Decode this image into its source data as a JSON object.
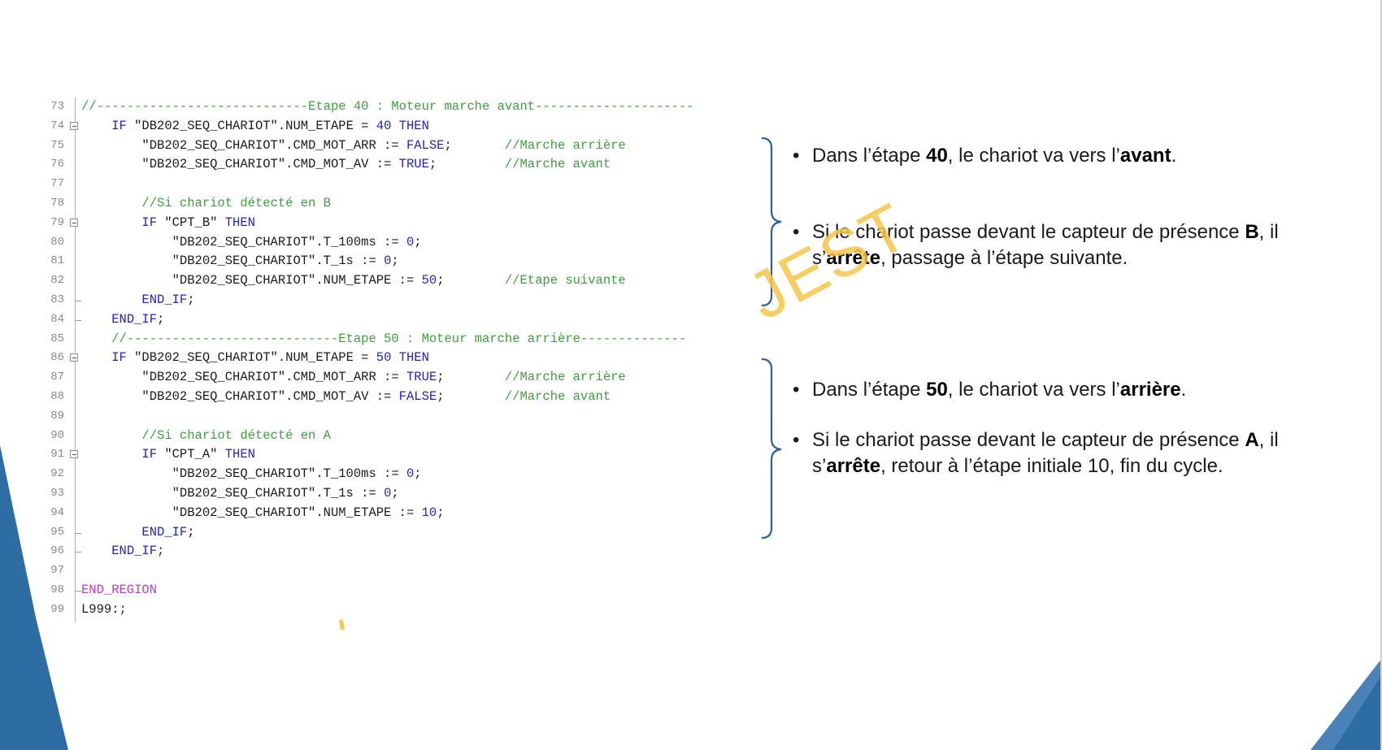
{
  "code": {
    "lines": [
      {
        "n": "73",
        "parts": [
          {
            "c": "cm",
            "t": "//----------------------------Etape 40 : Moteur marche avant---------------------"
          }
        ]
      },
      {
        "n": "74",
        "fold": true,
        "parts": [
          {
            "c": "pl",
            "t": "    "
          },
          {
            "c": "kw",
            "t": "IF"
          },
          {
            "c": "st",
            "t": " \"DB202_SEQ_CHARIOT\".NUM_ETAPE = "
          },
          {
            "c": "kw",
            "t": "40"
          },
          {
            "c": "kw",
            "t": " THEN"
          }
        ]
      },
      {
        "n": "75",
        "parts": [
          {
            "c": "st",
            "t": "        \"DB202_SEQ_CHARIOT\".CMD_MOT_ARR := "
          },
          {
            "c": "kw",
            "t": "FALSE"
          },
          {
            "c": "pl",
            "t": ";       "
          },
          {
            "c": "cm",
            "t": "//Marche arrière"
          }
        ]
      },
      {
        "n": "76",
        "parts": [
          {
            "c": "st",
            "t": "        \"DB202_SEQ_CHARIOT\".CMD_MOT_AV := "
          },
          {
            "c": "kw",
            "t": "TRUE"
          },
          {
            "c": "pl",
            "t": ";         "
          },
          {
            "c": "cm",
            "t": "//Marche avant"
          }
        ]
      },
      {
        "n": "77",
        "parts": []
      },
      {
        "n": "78",
        "parts": [
          {
            "c": "pl",
            "t": "        "
          },
          {
            "c": "cm",
            "t": "//Si chariot détecté en B"
          }
        ]
      },
      {
        "n": "79",
        "fold": true,
        "parts": [
          {
            "c": "pl",
            "t": "        "
          },
          {
            "c": "kw",
            "t": "IF"
          },
          {
            "c": "st",
            "t": " \"CPT_B\" "
          },
          {
            "c": "kw",
            "t": "THEN"
          }
        ]
      },
      {
        "n": "80",
        "parts": [
          {
            "c": "st",
            "t": "            \"DB202_SEQ_CHARIOT\".T_100ms := "
          },
          {
            "c": "kw",
            "t": "0"
          },
          {
            "c": "pl",
            "t": ";"
          }
        ]
      },
      {
        "n": "81",
        "parts": [
          {
            "c": "st",
            "t": "            \"DB202_SEQ_CHARIOT\".T_1s := "
          },
          {
            "c": "kw",
            "t": "0"
          },
          {
            "c": "pl",
            "t": ";"
          }
        ]
      },
      {
        "n": "82",
        "parts": [
          {
            "c": "st",
            "t": "            \"DB202_SEQ_CHARIOT\".NUM_ETAPE := "
          },
          {
            "c": "kw",
            "t": "50"
          },
          {
            "c": "pl",
            "t": ";        "
          },
          {
            "c": "cm",
            "t": "//Etape suivante"
          }
        ]
      },
      {
        "n": "83",
        "foldend": true,
        "parts": [
          {
            "c": "pl",
            "t": "        "
          },
          {
            "c": "kw",
            "t": "END_IF"
          },
          {
            "c": "pl",
            "t": ";"
          }
        ]
      },
      {
        "n": "84",
        "foldend": true,
        "parts": [
          {
            "c": "pl",
            "t": "    "
          },
          {
            "c": "kw",
            "t": "END_IF"
          },
          {
            "c": "pl",
            "t": ";"
          }
        ]
      },
      {
        "n": "85",
        "parts": [
          {
            "c": "pl",
            "t": "    "
          },
          {
            "c": "cm",
            "t": "//----------------------------Etape 50 : Moteur marche arrière--------------"
          }
        ]
      },
      {
        "n": "86",
        "fold": true,
        "parts": [
          {
            "c": "pl",
            "t": "    "
          },
          {
            "c": "kw",
            "t": "IF"
          },
          {
            "c": "st",
            "t": " \"DB202_SEQ_CHARIOT\".NUM_ETAPE = "
          },
          {
            "c": "kw",
            "t": "50"
          },
          {
            "c": "kw",
            "t": " THEN"
          }
        ]
      },
      {
        "n": "87",
        "parts": [
          {
            "c": "st",
            "t": "        \"DB202_SEQ_CHARIOT\".CMD_MOT_ARR := "
          },
          {
            "c": "kw",
            "t": "TRUE"
          },
          {
            "c": "pl",
            "t": ";        "
          },
          {
            "c": "cm",
            "t": "//Marche arrière"
          }
        ]
      },
      {
        "n": "88",
        "parts": [
          {
            "c": "st",
            "t": "        \"DB202_SEQ_CHARIOT\".CMD_MOT_AV := "
          },
          {
            "c": "kw",
            "t": "FALSE"
          },
          {
            "c": "pl",
            "t": ";        "
          },
          {
            "c": "cm",
            "t": "//Marche avant"
          }
        ]
      },
      {
        "n": "89",
        "parts": []
      },
      {
        "n": "90",
        "parts": [
          {
            "c": "pl",
            "t": "        "
          },
          {
            "c": "cm",
            "t": "//Si chariot détecté en A"
          }
        ]
      },
      {
        "n": "91",
        "fold": true,
        "parts": [
          {
            "c": "pl",
            "t": "        "
          },
          {
            "c": "kw",
            "t": "IF"
          },
          {
            "c": "st",
            "t": " \"CPT_A\" "
          },
          {
            "c": "kw",
            "t": "THEN"
          }
        ]
      },
      {
        "n": "92",
        "parts": [
          {
            "c": "st",
            "t": "            \"DB202_SEQ_CHARIOT\".T_100ms := "
          },
          {
            "c": "kw",
            "t": "0"
          },
          {
            "c": "pl",
            "t": ";"
          }
        ]
      },
      {
        "n": "93",
        "parts": [
          {
            "c": "st",
            "t": "            \"DB202_SEQ_CHARIOT\".T_1s := "
          },
          {
            "c": "kw",
            "t": "0"
          },
          {
            "c": "pl",
            "t": ";"
          }
        ]
      },
      {
        "n": "94",
        "parts": [
          {
            "c": "st",
            "t": "            \"DB202_SEQ_CHARIOT\".NUM_ETAPE := "
          },
          {
            "c": "kw",
            "t": "10"
          },
          {
            "c": "pl",
            "t": ";"
          }
        ]
      },
      {
        "n": "95",
        "foldend": true,
        "parts": [
          {
            "c": "pl",
            "t": "        "
          },
          {
            "c": "kw",
            "t": "END_IF"
          },
          {
            "c": "pl",
            "t": ";"
          }
        ]
      },
      {
        "n": "96",
        "foldend": true,
        "parts": [
          {
            "c": "pl",
            "t": "    "
          },
          {
            "c": "kw",
            "t": "END_IF"
          },
          {
            "c": "pl",
            "t": ";"
          }
        ]
      },
      {
        "n": "97",
        "parts": []
      },
      {
        "n": "98",
        "foldend": true,
        "parts": [
          {
            "c": "rg",
            "t": "END_REGION"
          }
        ]
      },
      {
        "n": "99",
        "parts": [
          {
            "c": "pl",
            "t": "L999:;"
          }
        ]
      }
    ]
  },
  "bullets": [
    {
      "id": "etape40-avant",
      "parts": [
        {
          "b": false,
          "t": "Dans l’étape "
        },
        {
          "b": true,
          "t": "40"
        },
        {
          "b": false,
          "t": ", le chariot va vers l’"
        },
        {
          "b": true,
          "t": "avant"
        },
        {
          "b": false,
          "t": "."
        }
      ]
    },
    {
      "id": "capteur-b",
      "parts": [
        {
          "b": false,
          "t": "Si le chariot passe devant le capteur de présence "
        },
        {
          "b": true,
          "t": "B"
        },
        {
          "b": false,
          "t": ", il s’"
        },
        {
          "b": true,
          "t": "arrête"
        },
        {
          "b": false,
          "t": ", passage à l’étape suivante."
        }
      ]
    },
    {
      "id": "etape50-arriere",
      "parts": [
        {
          "b": false,
          "t": "Dans l’étape "
        },
        {
          "b": true,
          "t": "50"
        },
        {
          "b": false,
          "t": ", le chariot va vers l’"
        },
        {
          "b": true,
          "t": "arrière"
        },
        {
          "b": false,
          "t": "."
        }
      ]
    },
    {
      "id": "capteur-a",
      "parts": [
        {
          "b": false,
          "t": "Si le chariot passe devant le capteur de présence "
        },
        {
          "b": true,
          "t": "A"
        },
        {
          "b": false,
          "t": ", il s’"
        },
        {
          "b": true,
          "t": "arrête"
        },
        {
          "b": false,
          "t": ", retour à l’étape initiale 10, fin du cycle."
        }
      ]
    }
  ],
  "bullet_glyph": "•",
  "watermark": "JEST",
  "colors": {
    "accent": "#2e6da4",
    "keyword": "#2323c8",
    "comment": "#3f9f3f",
    "region": "#c03ac8",
    "watermark": "#f6c64a"
  }
}
